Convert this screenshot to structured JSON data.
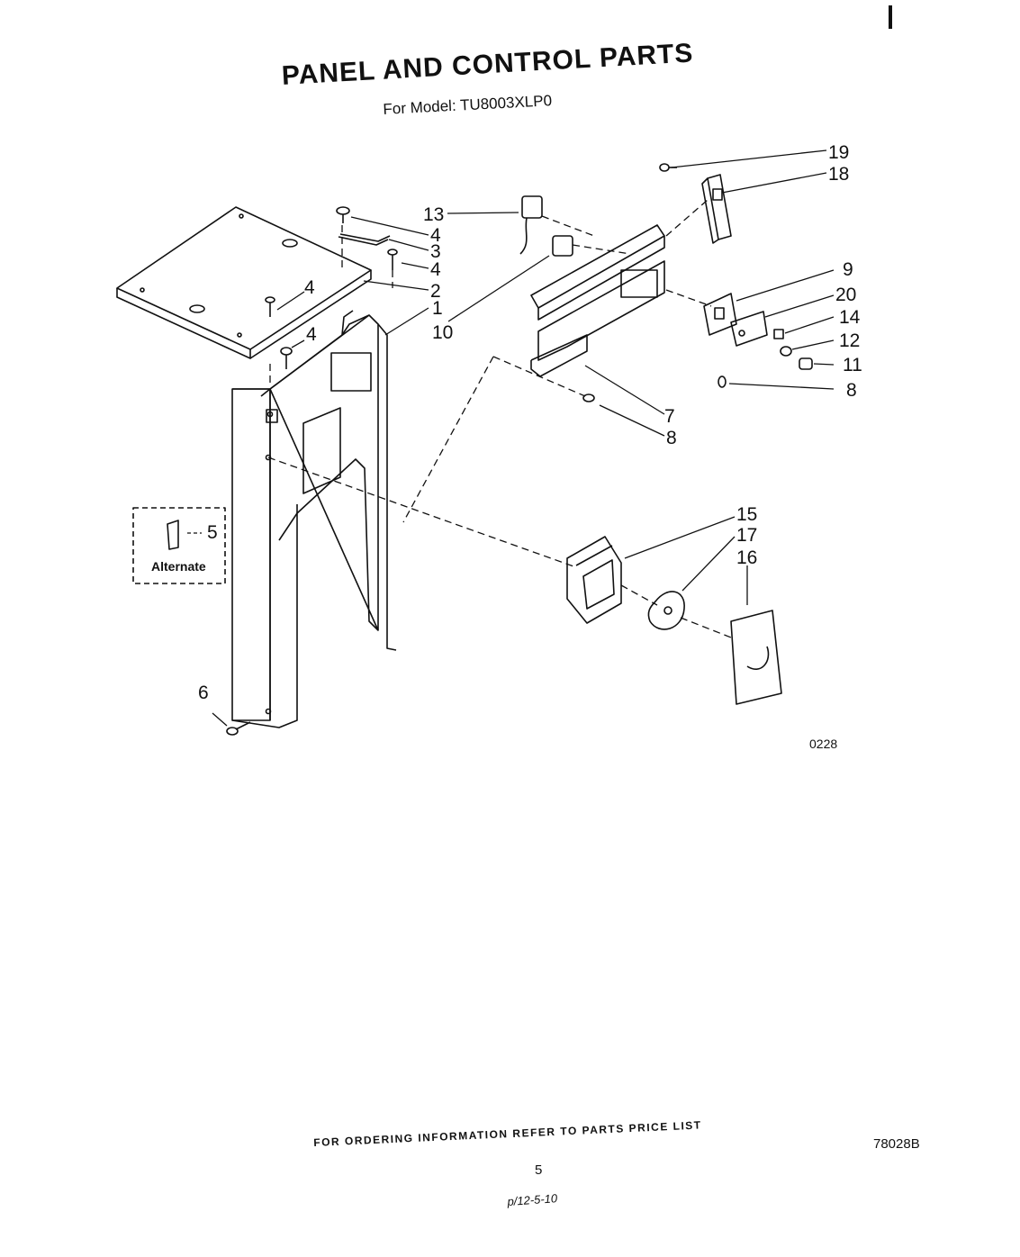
{
  "header": {
    "title": "PANEL AND CONTROL PARTS",
    "subtitle": "For Model: TU8003XLP0"
  },
  "diagram": {
    "callouts": [
      "19",
      "18",
      "13",
      "4",
      "3",
      "4",
      "2",
      "4",
      "1",
      "4",
      "10",
      "9",
      "20",
      "14",
      "12",
      "11",
      "8",
      "7",
      "8",
      "15",
      "17",
      "16",
      "5",
      "6"
    ],
    "alternate_label": "Alternate",
    "figure_code": "0228"
  },
  "footer": {
    "ordering_note": "FOR ORDERING INFORMATION REFER TO PARTS PRICE LIST",
    "document_number": "78028B",
    "page_number": "5",
    "handwritten_note": "p/12-5-10"
  }
}
